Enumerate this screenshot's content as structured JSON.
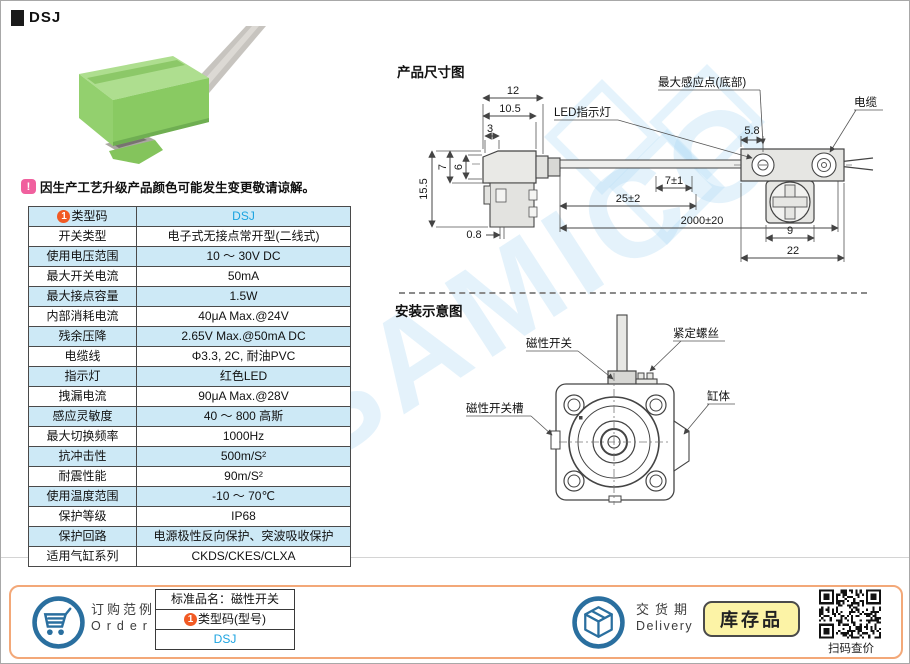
{
  "page": {
    "title": "DSJ",
    "note_mark": "!",
    "note": "因生产工艺升级产品颜色可能发生变更敬请谅解。",
    "watermark": "SAMICO"
  },
  "spec_table": {
    "rows": [
      {
        "badge": "1",
        "label": "类型码",
        "value": "DSJ",
        "highlight": true
      },
      {
        "label": "开关类型",
        "value": "电子式无接点常开型(二线式)"
      },
      {
        "label": "使用电压范围",
        "value": "10 ～ 30V DC"
      },
      {
        "label": "最大开关电流",
        "value": "50mA"
      },
      {
        "label": "最大接点容量",
        "value": "1.5W"
      },
      {
        "label": "内部消耗电流",
        "value": "40μA Max.@24V"
      },
      {
        "label": "残余压降",
        "value": "2.65V Max.@50mA DC"
      },
      {
        "label": "电缆线",
        "value": "Φ3.3, 2C, 耐油PVC"
      },
      {
        "label": "指示灯",
        "value": "红色LED"
      },
      {
        "label": "拽漏电流",
        "value": "90μA Max.@28V"
      },
      {
        "label": "感应灵敏度",
        "value": "40 ～ 800 高斯"
      },
      {
        "label": "最大切换频率",
        "value": "1000Hz"
      },
      {
        "label": "抗冲击性",
        "value": "500m/S²"
      },
      {
        "label": "耐震性能",
        "value": "90m/S²"
      },
      {
        "label": "使用温度范围",
        "value": "-10 ～ 70℃"
      },
      {
        "label": "保护等级",
        "value": "IP68"
      },
      {
        "label": "保护回路",
        "value": "电源极性反向保护、突波吸收保护"
      },
      {
        "label": "适用气缸系列",
        "value": "CKDS/CKES/CLXA"
      }
    ]
  },
  "dimension_drawing": {
    "heading": "产品尺寸图",
    "labels": {
      "sensing": "最大感应点(底部)",
      "led": "LED指示灯",
      "cable": "电缆"
    },
    "dims": {
      "top_a": "12",
      "top_b": "10.5",
      "top_c": "3",
      "left_a": "15.5",
      "left_b": "7",
      "left_c": "6",
      "bottom_a": "0.8",
      "cable_a": "25±2",
      "cable_b": "2000±20",
      "cable_c": "7±1",
      "bv_a": "5.8",
      "bv_b": "9",
      "bv_c": "22"
    }
  },
  "install_drawing": {
    "heading": "安装示意图",
    "labels": {
      "switch": "磁性开关",
      "screw": "紧定螺丝",
      "groove": "磁性开关槽",
      "body": "缸体"
    }
  },
  "footer": {
    "order_cn": "订购范例",
    "order_en": "Order",
    "order_table": {
      "name_row": "标准品名：磁性开关",
      "code_badge": "1",
      "code_label": "类型码(型号)",
      "code_value": "DSJ"
    },
    "delivery_cn": "交货期",
    "delivery_en": "Delivery",
    "stock_badge": "库存品",
    "qr_caption": "扫码查价"
  },
  "colors": {
    "accent_blue": "#1ba3e0",
    "table_row_blue": "#cde9f6",
    "badge_orange": "#f15a24",
    "note_pink": "#f0609e",
    "icon_blue": "#2a6f9f",
    "stock_yellow": "#fcf3a6",
    "footer_border_orange": "#f3a878",
    "product_green": "#8fd071"
  }
}
